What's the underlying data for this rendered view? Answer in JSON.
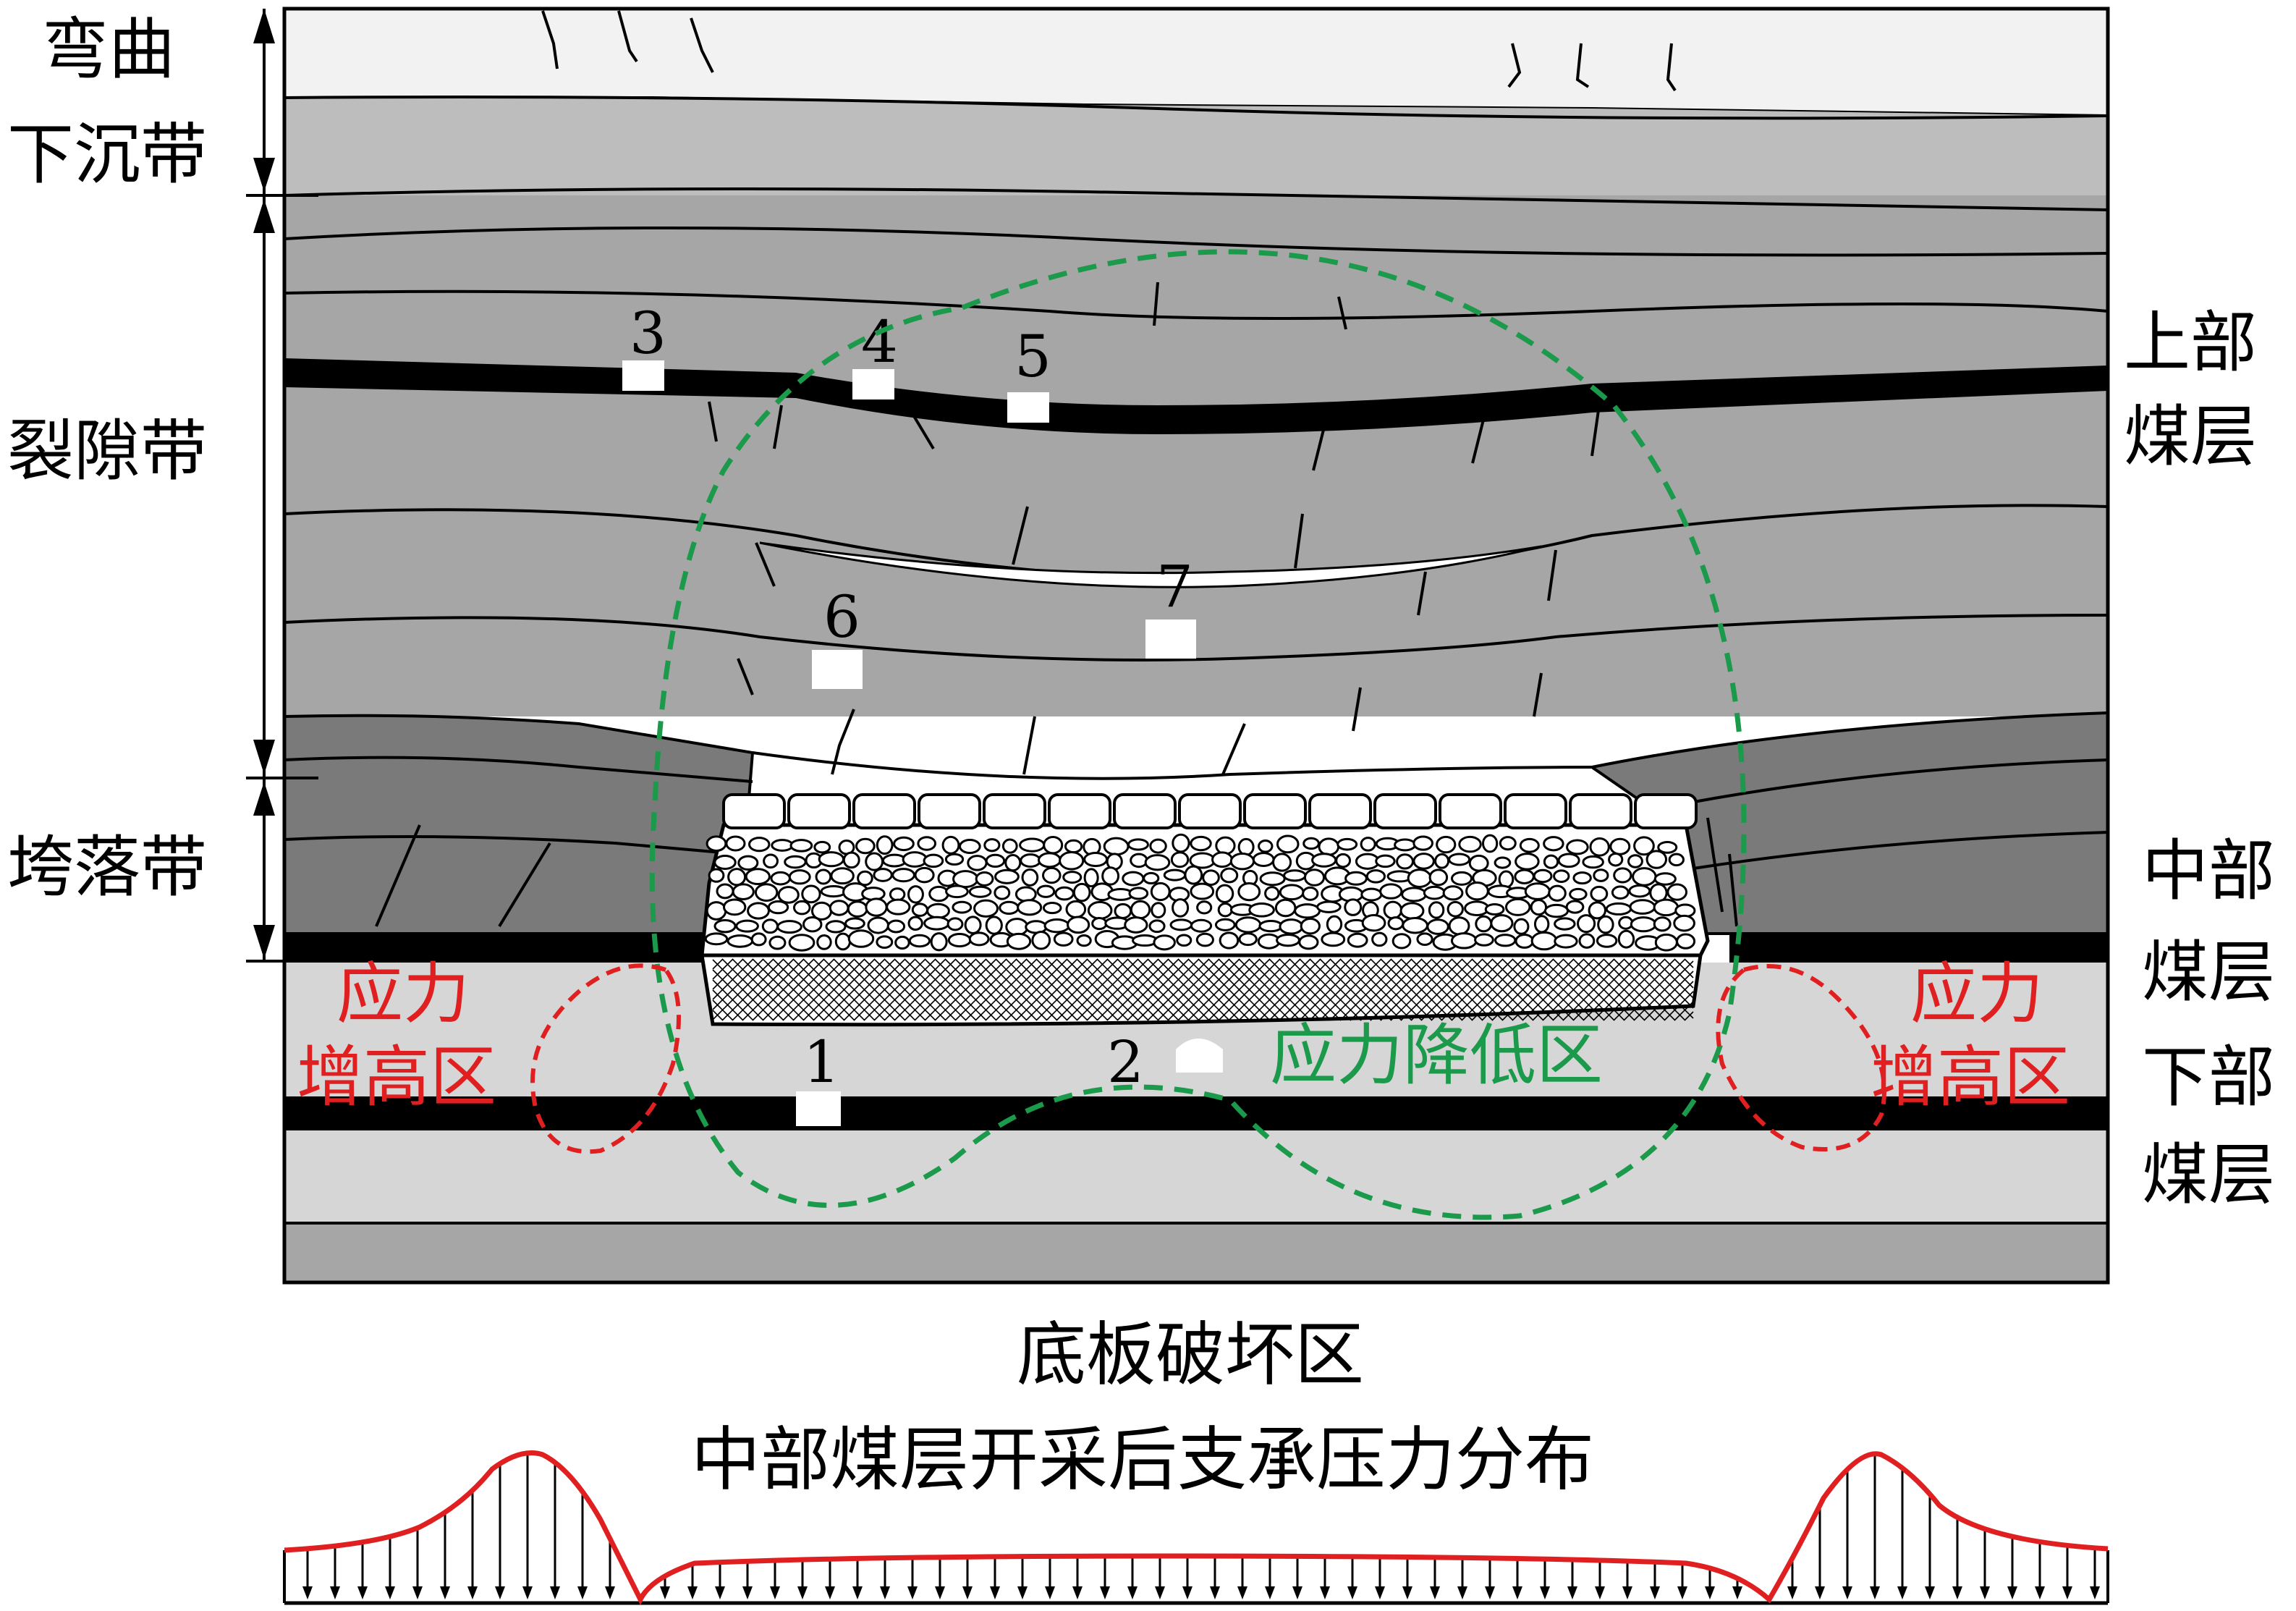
{
  "zones": {
    "bending": {
      "line1": "弯曲",
      "line2": "下沉带"
    },
    "fracture": "裂隙带",
    "caving": "垮落带"
  },
  "seams": {
    "upper": {
      "line1": "上部",
      "line2": "煤层"
    },
    "middle": {
      "line1": "中部",
      "line2": "煤层"
    },
    "lower": {
      "line1": "下部",
      "line2": "煤层"
    }
  },
  "measurement_points": [
    "1",
    "2",
    "3",
    "4",
    "5",
    "6",
    "7"
  ],
  "stress_zones": {
    "increase_left": {
      "line1": "应力",
      "line2": "增高区"
    },
    "increase_right": {
      "line1": "应力",
      "line2": "增高区"
    },
    "reduction": "应力降低区"
  },
  "captions": {
    "floor_damage": "底板破坏区",
    "pressure_title": "中部煤层开采后支承压力分布"
  },
  "colors": {
    "coal": "#000000",
    "stress_increase": "#e02020",
    "stress_reduction": "#1a9a4a",
    "pressure_curve": "#e02020"
  }
}
